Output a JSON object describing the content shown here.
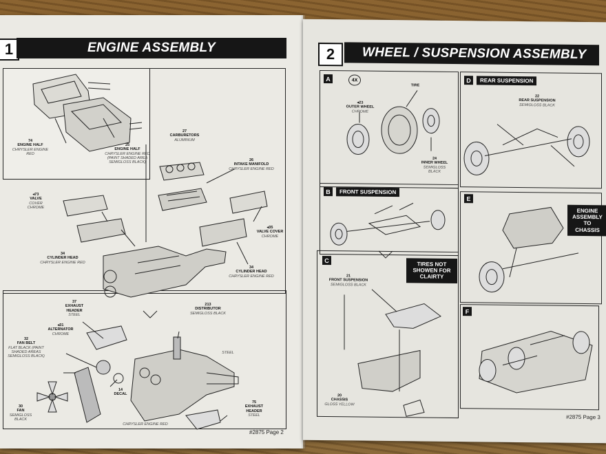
{
  "left_page": {
    "section_number": "1",
    "section_title": "ENGINE ASSEMBLY",
    "page_label": "#2875 Page 2",
    "parts": [
      {
        "num": "74",
        "name": "ENGINE HALF",
        "finish": "CHRYSLER ENGINE RED"
      },
      {
        "num": "25",
        "name": "ENGINE HALF",
        "finish": "CHRYSLER ENGINE RED (PAINT SHADED AREA SEMIGLOSS BLACK)"
      },
      {
        "num": "27",
        "name": "CARBURETORS",
        "finish": "ALUMINUM"
      },
      {
        "num": "26",
        "name": "INTAKE MANIFOLD",
        "finish": "CHRYSLER ENGINE RED"
      },
      {
        "num": "◂73",
        "name": "VALVE",
        "finish": "COVER CHROME"
      },
      {
        "num": "34",
        "name": "CYLINDER HEAD",
        "finish": "CHRYSLER ENGINE RED"
      },
      {
        "num": "◂35",
        "name": "VALVE COVER",
        "finish": "CHROME"
      },
      {
        "num": "34",
        "name": "CYLINDER HEAD",
        "finish": "CHRYSLER ENGINE RED"
      },
      {
        "num": "37",
        "name": "EXHAUST HEADER",
        "finish": "STEEL"
      },
      {
        "num": "213",
        "name": "DISTRIBUTOR",
        "finish": "SEMIGLOSS BLACK"
      },
      {
        "num": "◂31",
        "name": "ALTERNATOR",
        "finish": "CHROME"
      },
      {
        "num": "32",
        "name": "FAN BELT",
        "finish": "FLAT BLACK (PAINT SHADED AREAS SEMIGLOSS BLACK)"
      },
      {
        "num": "14",
        "name": "DECAL",
        "finish": ""
      },
      {
        "num": "30",
        "name": "FAN",
        "finish": "SEMIGLOSS BLACK"
      },
      {
        "num": "75",
        "name": "EXHAUST HEADER",
        "finish": "STEEL"
      }
    ],
    "loose_notes": {
      "steel": "STEEL",
      "engine_red": "CHRYSLER ENGINE RED"
    }
  },
  "right_page": {
    "section_number": "2",
    "section_title": "WHEEL / SUSPENSION ASSEMBLY",
    "page_label": "#2875 Page 3",
    "panels": {
      "a": {
        "letter": "A",
        "badge": "4X",
        "tire": "TIRE",
        "outer_wheel": {
          "num": "◂23",
          "name": "OUTER WHEEL",
          "finish": "CHROME"
        },
        "inner_wheel": {
          "num": "24",
          "name": "INNER WHEEL",
          "finish": "SEMIGLOSS BLACK"
        }
      },
      "b": {
        "letter": "B",
        "title": "FRONT SUSPENSION"
      },
      "c": {
        "letter": "C",
        "callout": "TIRES NOT SHOWEN FOR CLAIRTY",
        "front_susp": {
          "num": "21",
          "name": "FRONT SUSPENSION",
          "finish": "SEMIGLOSS BLACK"
        },
        "chassis": {
          "num": "20",
          "name": "CHASSIS",
          "finish": "GLOSS YELLOW"
        }
      },
      "d": {
        "letter": "D",
        "title": "REAR SUSPENSION",
        "rear_susp": {
          "num": "22",
          "name": "REAR SUSPENSION",
          "finish": "SEMIGLOSS BLACK"
        }
      },
      "e": {
        "letter": "E",
        "callout": "ENGINE ASSEMBLY TO CHASSIS"
      },
      "f": {
        "letter": "F"
      }
    }
  }
}
